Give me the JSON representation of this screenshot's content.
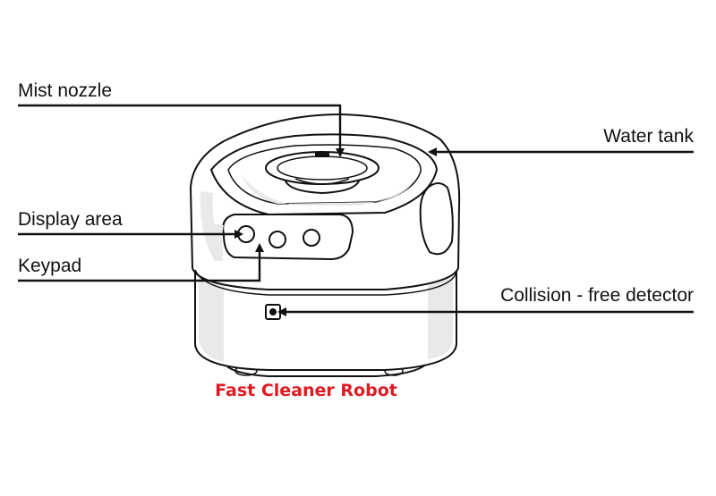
{
  "labels": {
    "mist_nozzle": "Mist nozzle",
    "water_tank": "Water tank",
    "display_area": "Display area",
    "keypad": "Keypad",
    "collision_detector": "Collision - free detector"
  },
  "caption": {
    "text": "Fast Cleaner Robot",
    "color": "#e01a22"
  },
  "colors": {
    "stroke": "#111111",
    "background": "#ffffff",
    "shading": "#e9e9e9"
  }
}
